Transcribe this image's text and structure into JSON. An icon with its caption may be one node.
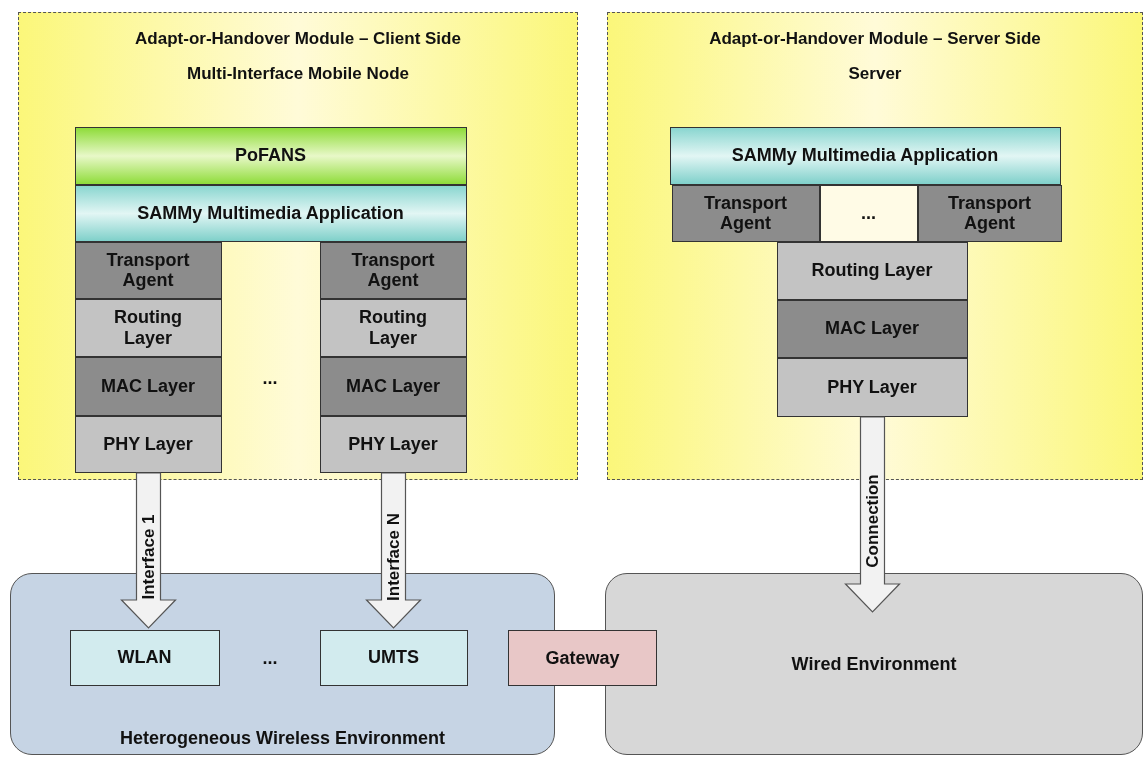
{
  "diagram": {
    "nodes": [
      {
        "text": [
          "Adapt-or-Handover Module – Client Side",
          "Multi-Interface Mobile Node"
        ]
      },
      {
        "text": [
          "PoFANS"
        ],
        "in": 0
      },
      {
        "text": [
          "SAMMy Multimedia Application"
        ],
        "in": 0
      },
      {
        "text": [
          "Transport Agent"
        ],
        "in": 0
      },
      {
        "text": [
          "Routing Layer"
        ],
        "in": 0
      },
      {
        "text": [
          "MAC Layer"
        ],
        "in": 0
      },
      {
        "text": [
          "PHY Layer"
        ],
        "in": 0
      },
      {
        "text": [
          "Transport Agent"
        ],
        "in": 0
      },
      {
        "text": [
          "Routing Layer"
        ],
        "in": 0
      },
      {
        "text": [
          "MAC Layer"
        ],
        "in": 0
      },
      {
        "text": [
          "PHY Layer"
        ],
        "in": 0
      },
      {
        "text": [
          "Adapt-or-Handover Module – Server Side",
          "Server"
        ]
      },
      {
        "text": [
          "SAMMy Multimedia Application"
        ],
        "in": 11
      },
      {
        "text": [
          "Transport Agent"
        ],
        "in": 11
      },
      {
        "text": [
          "..."
        ],
        "in": 11
      },
      {
        "text": [
          "Transport Agent"
        ],
        "in": 11
      },
      {
        "text": [
          "Routing Layer"
        ],
        "in": 11
      },
      {
        "text": [
          "MAC Layer"
        ],
        "in": 11
      },
      {
        "text": [
          "PHY Layer"
        ],
        "in": 11
      },
      {
        "text": [
          "Heterogeneous Wireless Environment"
        ]
      },
      {
        "text": [
          "WLAN"
        ],
        "in": 19
      },
      {
        "text": [
          "UMTS"
        ],
        "in": 19
      },
      {
        "text": [
          "Gateway"
        ]
      },
      {
        "text": [
          "Wired Environment"
        ]
      }
    ],
    "edges": [
      {
        "from": 6,
        "to": 20,
        "arrow": "to",
        "label": "Interface 1",
        "style": "thick"
      },
      {
        "from": 10,
        "to": 21,
        "arrow": "to",
        "label": "Interface N",
        "style": "thick"
      },
      {
        "from": 18,
        "to": 23,
        "arrow": "to",
        "label": "Connection",
        "style": "thick"
      }
    ],
    "labels": [
      "...",
      "..."
    ]
  }
}
